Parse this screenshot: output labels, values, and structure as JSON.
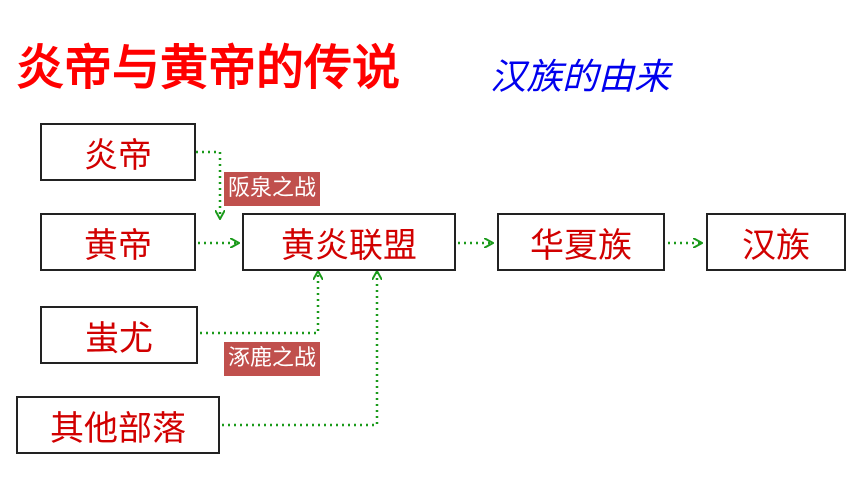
{
  "title": "炎帝与黄帝的传说",
  "subtitle": "汉族的由来",
  "nodes": {
    "yandi": "炎帝",
    "huangdi": "黄帝",
    "chiyou": "蚩尤",
    "other_tribes": "其他部落",
    "alliance": "黄炎联盟",
    "huaxia": "华夏族",
    "han": "汉族"
  },
  "labels": {
    "banquan": "阪泉之战",
    "zhuolu": "涿鹿之战"
  },
  "colors": {
    "title": "#ff0000",
    "subtitle": "#0000ee",
    "node_text": "#d10000",
    "tag_bg": "#c0504d",
    "arrow": "#1a9a1a"
  }
}
